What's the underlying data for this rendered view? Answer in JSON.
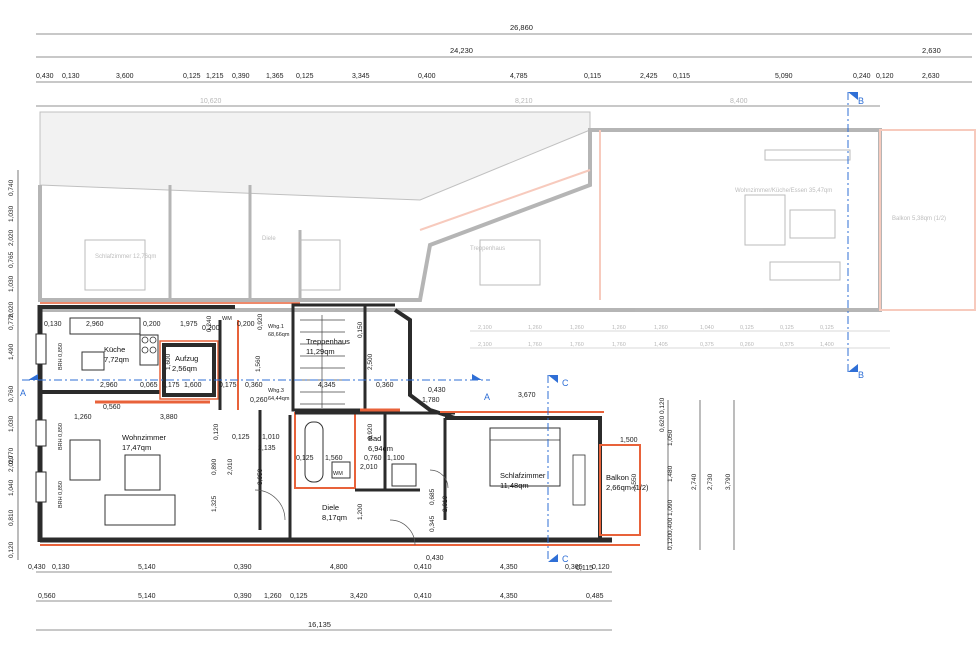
{
  "top_dims": {
    "overall": "26,860",
    "row2_main": "24,230",
    "row2_right": "2,630",
    "row3": [
      "0,430",
      "0,130",
      "3,600",
      "0,125",
      "1,215",
      "0,390",
      "1,365",
      "0,125",
      "3,345",
      "0,400",
      "4,785",
      "0,115",
      "2,425",
      "0,115",
      "5,090",
      "0,240",
      "0,120",
      "2,630"
    ],
    "upper_block": [
      "10,620",
      "8,210",
      "8,400"
    ]
  },
  "rooms": {
    "kueche": {
      "name": "Küche",
      "area": "7,72qm"
    },
    "aufzug": {
      "name": "Aufzug",
      "area": "2,56qm"
    },
    "treppenhaus": {
      "name": "Treppenhaus",
      "area": "11,29qm"
    },
    "wohnzimmer": {
      "name": "Wohnzimmer",
      "area": "17,47qm"
    },
    "bad": {
      "name": "Bad",
      "area": "6,94qm"
    },
    "diele": {
      "name": "Diele",
      "area": "8,17qm"
    },
    "schlafzimmer": {
      "name": "Schlafzimmer",
      "area": "11,48qm"
    },
    "balkon": {
      "name": "Balkon",
      "area": "2,66qm (1/2)"
    },
    "whg1": {
      "name": "Whg.1",
      "area": "68,66qm"
    },
    "whg3": {
      "name": "Whg.3",
      "area": "64,44qm"
    }
  },
  "ghost_labels": [
    "Schlafzimmer 12,76qm",
    "Wohnzimmer/Küche/Essen 35,47qm",
    "Balkon 5,38qm (1/2)",
    "Treppenhaus",
    "Diele"
  ],
  "plan_dims": {
    "k_top": [
      "0,130",
      "2,960",
      "0,200",
      "1,975",
      "0,200"
    ],
    "k_row2": [
      "2,960",
      "0,065",
      "0,175",
      "1,600",
      "0,175",
      "0,360",
      "4,345",
      "0,360"
    ],
    "wm": "WM",
    "brh_k": "BRH 0,850",
    "brh_w1": "BRH 0,850",
    "brh_w2": "BRH 0,850",
    "v1560": "1,560",
    "v0920": "0,920",
    "v0240": "0,240",
    "v0150": "0,150",
    "v2500": "2,500",
    "v1600": "1,600",
    "d0200": "0,200",
    "d0260": "0,260",
    "d0560": "0,560",
    "d1260": "1,260",
    "d3880": "3,880",
    "d0125a": "0,125",
    "d1010": "1,010",
    "d1560": "1,560",
    "d0760": "0,760",
    "d1100": "1,100",
    "d0920": "0,920",
    "d2010": "2,010",
    "d0120": "0,120",
    "d2135": "2,135",
    "d0890": "0,890",
    "d3050": "3,050",
    "d2010b": "2,010",
    "d1325": "1,325",
    "d1200": "1,200",
    "d0685": "0,685",
    "d0345": "0,345",
    "d2010c": "2,010",
    "d0430": "0,430",
    "d1780": "1,780",
    "d0430b": "0,430",
    "d3670": "3,670",
    "d1500": "1,500",
    "d3550": "3,550",
    "d0115": "0,115",
    "wm2": "WM",
    "d0125b": "0,125"
  },
  "left_dims": [
    "0,740",
    "1,030",
    "2,020",
    "0,765",
    "1,030",
    "2,020",
    "0,770",
    "1,490",
    "0,760",
    "1,030",
    "0,770",
    "2,020",
    "1,040",
    "0,810",
    "0,120"
  ],
  "right_dims": [
    "0,120",
    "0,620",
    "1,050",
    "1,480",
    "1,090",
    "0,400",
    "0,120",
    "2,740",
    "2,730",
    "3,790"
  ],
  "bottom_row1": [
    "0,430",
    "0,130",
    "5,140",
    "0,390",
    "4,800",
    "0,410",
    "4,350",
    "0,365",
    "0,120"
  ],
  "bottom_row2": [
    "0,560",
    "5,140",
    "0,390",
    "1,260",
    "0,125",
    "3,420",
    "0,410",
    "4,350",
    "0,485"
  ],
  "bottom_total": "16,135",
  "middle_grid_row1": [
    "2,100",
    "1,260",
    "1,260",
    "1,260",
    "1,260",
    "1,040",
    "0,125",
    "0,125",
    "0,125"
  ],
  "middle_grid_row2": [
    "2,100",
    "1,760",
    "1,760",
    "1,760",
    "1,405",
    "0,375",
    "0,260",
    "0,375",
    "1,400"
  ],
  "sections": {
    "a": "A",
    "b": "B",
    "c": "C"
  },
  "colors": {
    "wall": "#2b2b2b",
    "accent": "#e8623a",
    "section": "#2f6fd6"
  }
}
